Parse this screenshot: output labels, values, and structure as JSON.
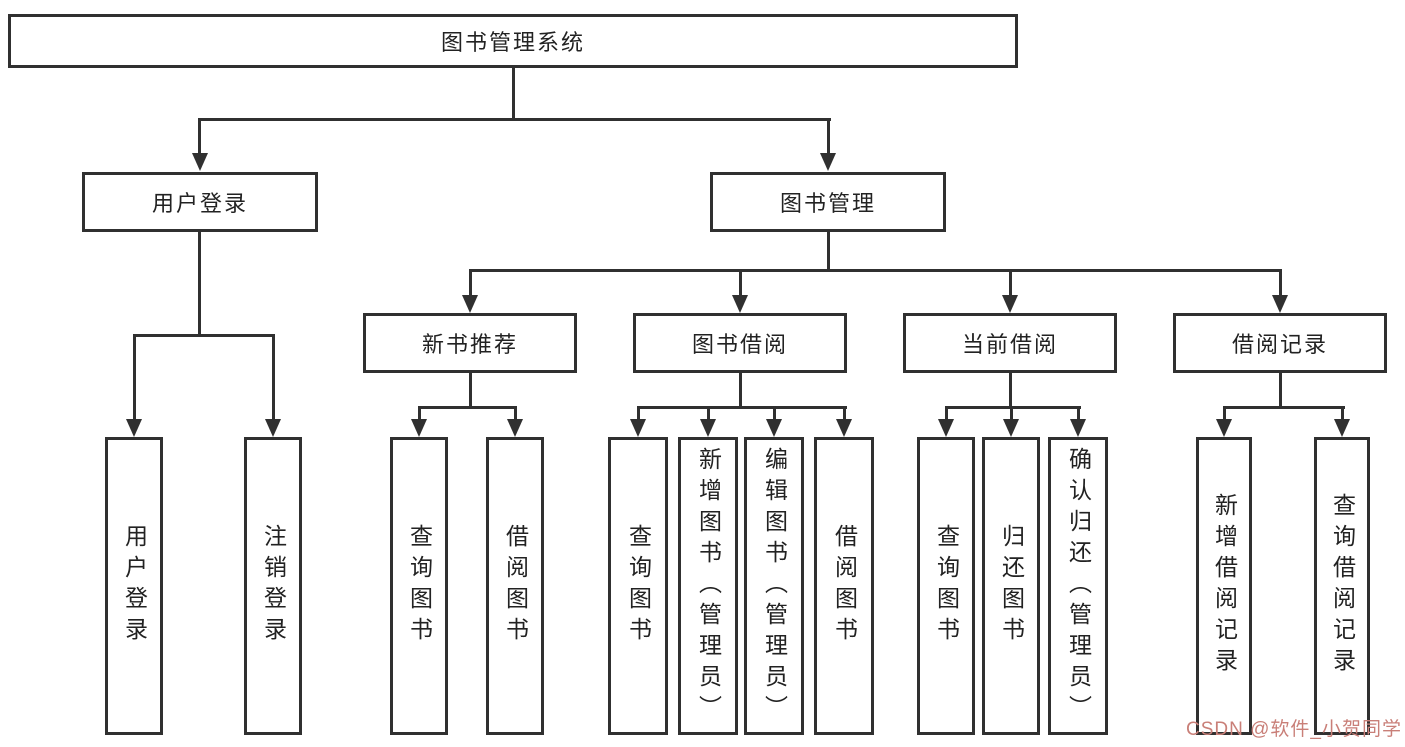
{
  "title": "图书管理系统",
  "colors": {
    "line": "#303030",
    "text": "#222222",
    "watermark": "#c97f78",
    "background": "#ffffff"
  },
  "nodes": {
    "root": "图书管理系统",
    "user_login": "用户登录",
    "book_mgmt": "图书管理",
    "new_book": "新书推荐",
    "book_borrow": "图书借阅",
    "current_borrow": "当前借阅",
    "borrow_records": "借阅记录",
    "leaf_user_login": "用户登录",
    "leaf_logout": "注销登录",
    "leaf_nb_query": "查询图书",
    "leaf_nb_borrow": "借阅图书",
    "leaf_bb_query": "查询图书",
    "leaf_bb_add": "新增图书（管理员）",
    "leaf_bb_edit": "编辑图书（管理员）",
    "leaf_bb_borrow": "借阅图书",
    "leaf_cb_query": "查询图书",
    "leaf_cb_return": "归还图书",
    "leaf_cb_confirm": "确认归还（管理员）",
    "leaf_br_add": "新增借阅记录",
    "leaf_br_query": "查询借阅记录"
  },
  "watermark": "CSDN @软件_小贺同学"
}
